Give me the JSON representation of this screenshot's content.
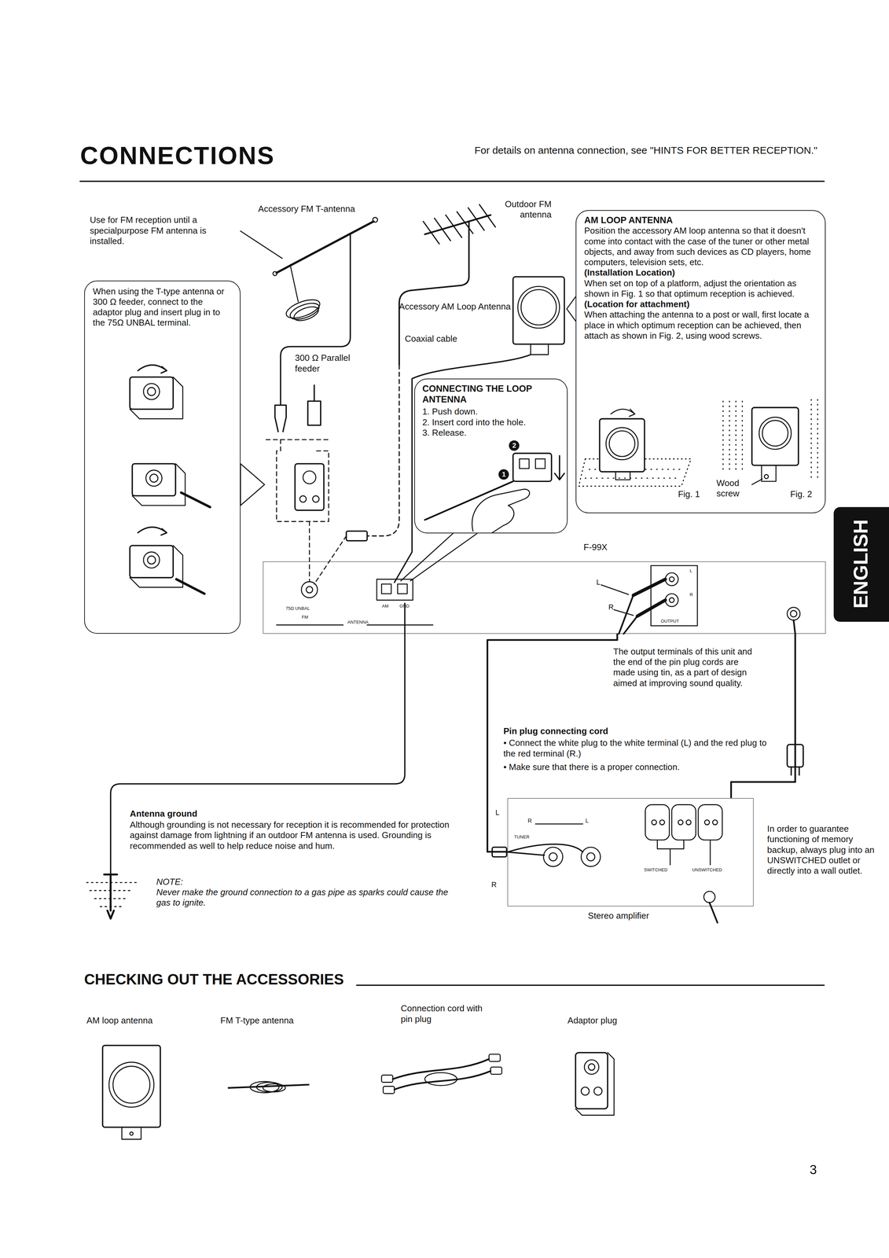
{
  "diagram": {
    "title": "CONNECTIONS",
    "nodes": [
      {
        "text": [
          "When using the T-type antenna or 300 Ω feeder, connect to the adaptor plug and insert plug in to the 75Ω UNBAL terminal."
        ]
      },
      {
        "text": [
          "CONNECTING THE LOOP ANTENNA",
          "1. Push down.",
          "2. Insert cord into the hole.",
          "3. Release."
        ]
      },
      {
        "text": [
          "AM LOOP ANTENNA",
          "Position the accessory AM loop antenna so that it doesn't come into contact with the case of the tuner or other metal objects, and away from such devices as CD players, home computers, television sets, etc.",
          "(Installation Location)",
          "When set on top of a platform, adjust the orientation as shown in Fig. 1 so that optimum reception is achieved.",
          "(Location for attachment)",
          "When attaching the antenna to a post or wall, first locate a place in which optimum reception can be achieved, then attach as shown in Fig. 2, using wood screws.",
          "Fig. 1",
          "Wood screw",
          "Fig. 2"
        ]
      },
      {
        "text": [
          "75Ω UNBAL",
          "FM",
          "AM",
          "GND",
          "ANTENNA",
          "OUTPUT",
          "L",
          "R"
        ]
      },
      {
        "text": [
          "TUNER",
          "R",
          "L",
          "SWITCHED",
          "UNSWITCHED",
          "Stereo amplifier"
        ]
      }
    ],
    "edges": [
      {
        "from": 3,
        "to": 4,
        "arrow": "none"
      },
      {
        "from": 3,
        "to": 4,
        "arrow": "none"
      }
    ],
    "labels": [
      "For details on antenna connection, see \"HINTS FOR BETTER RECEPTION.\"",
      "Use for FM reception until a specialpurpose FM antenna is installed.",
      "Accessory FM T-antenna",
      "Outdoor FM antenna",
      "Accessory AM Loop Antenna",
      "Coaxial cable",
      "300 Ω Parallel feeder",
      "2",
      "1",
      "F-99X",
      "L",
      "R",
      "The output terminals of this unit and the end of the pin plug cords are made using tin, as a part of design aimed at improving sound quality.",
      "Pin plug connecting cord",
      "• Connect the white plug to the white terminal (L) and the red plug to the red terminal (R.)",
      "• Make sure that there is a proper connection.",
      "L",
      "R",
      "Antenna ground",
      "Although grounding is not necessary for reception it is recommended for protection against damage from lightning if an outdoor FM antenna is used. Grounding is recommended as well to help reduce noise and hum.",
      "NOTE:",
      "Never make the ground connection to a gas pipe as sparks could cause the gas to ignite.",
      "In order to guarantee functioning of memory backup, always plug into an UNSWITCHED outlet or directly into a wall outlet.",
      "ENGLISH",
      "CHECKING OUT THE ACCESSORIES",
      "AM loop antenna",
      "FM T-type antenna",
      "Connection cord with pin plug",
      "Adaptor plug",
      "3"
    ]
  }
}
